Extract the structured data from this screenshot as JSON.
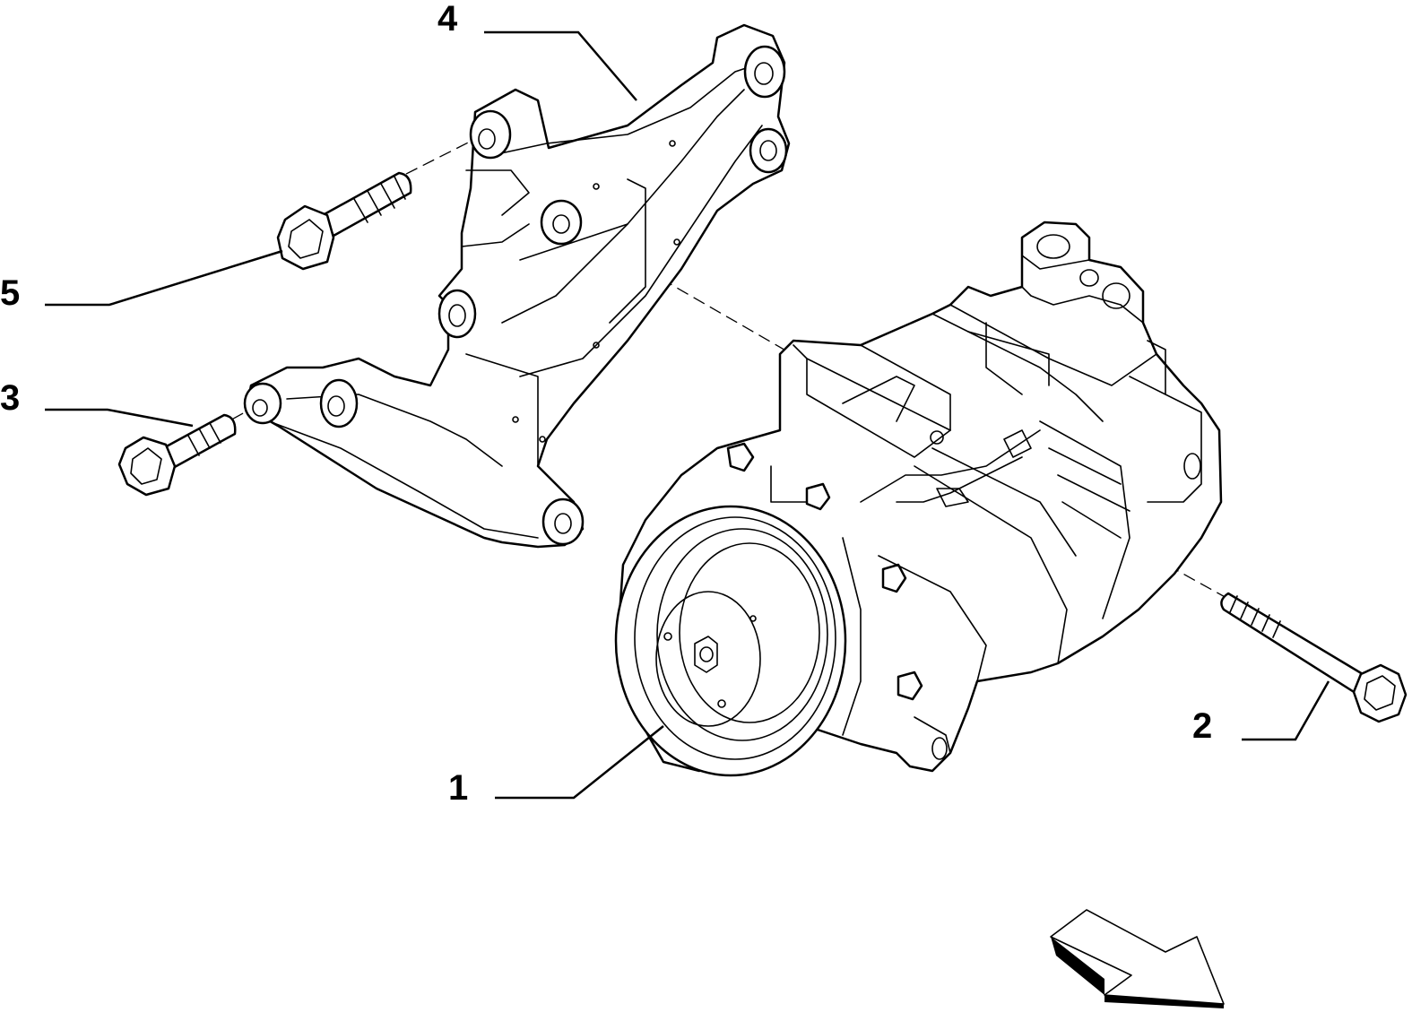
{
  "callouts": [
    {
      "id": "1",
      "label": "1"
    },
    {
      "id": "2",
      "label": "2"
    },
    {
      "id": "3",
      "label": "3"
    },
    {
      "id": "4",
      "label": "4"
    },
    {
      "id": "5",
      "label": "5"
    }
  ],
  "icons": {
    "direction": "front-direction-arrow-icon"
  }
}
